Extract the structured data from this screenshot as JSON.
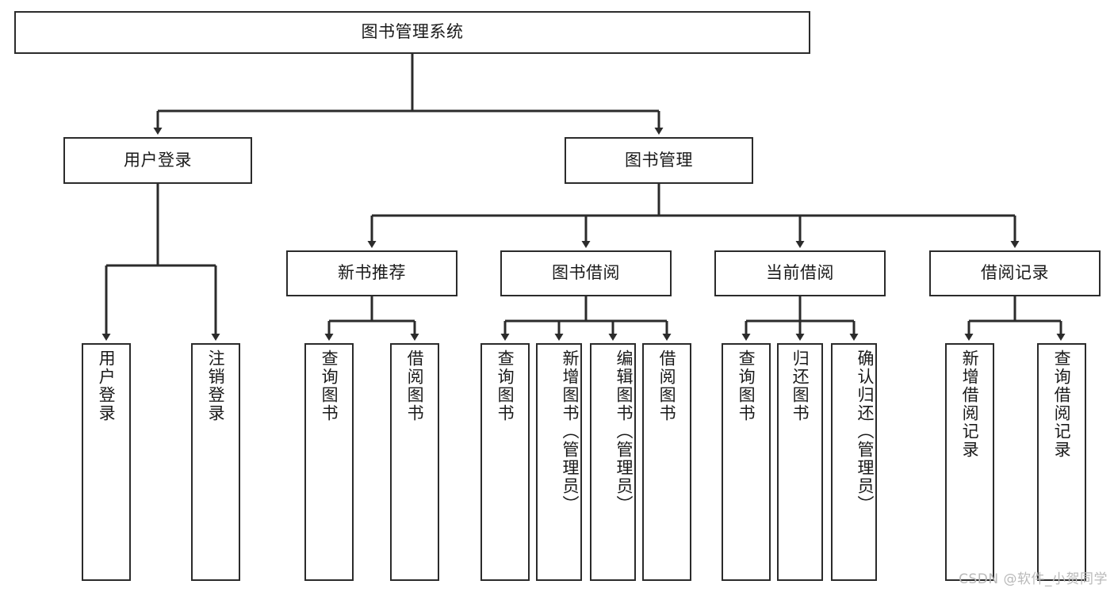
{
  "diagram": {
    "type": "tree-hierarchy",
    "title": "图书管理系统",
    "watermark": "CSDN @软件_小贺同学",
    "colors": {
      "box_border": "#2b2b2b",
      "box_fill": "#ffffff",
      "connector": "#2b2b2b",
      "text": "#1a1a1a",
      "watermark": "#b9b9b9"
    },
    "levels": {
      "level1": [
        {
          "id": "root",
          "label": "图书管理系统",
          "orientation": "horizontal"
        }
      ],
      "level2": [
        {
          "id": "user-login",
          "label": "用户登录",
          "orientation": "horizontal"
        },
        {
          "id": "book-manage",
          "label": "图书管理",
          "orientation": "horizontal"
        }
      ],
      "level3": [
        {
          "id": "new-book-rec",
          "label": "新书推荐",
          "orientation": "horizontal"
        },
        {
          "id": "book-borrow",
          "label": "图书借阅",
          "orientation": "horizontal"
        },
        {
          "id": "current-borrow",
          "label": "当前借阅",
          "orientation": "horizontal"
        },
        {
          "id": "borrow-record",
          "label": "借阅记录",
          "orientation": "horizontal"
        }
      ],
      "level4": [
        {
          "id": "leaf-user-login",
          "label": "用户登录",
          "parent": "user-login",
          "orientation": "vertical"
        },
        {
          "id": "leaf-logout",
          "label": "注销登录",
          "parent": "user-login",
          "orientation": "vertical"
        },
        {
          "id": "leaf-query-book-1",
          "label": "查询图书",
          "parent": "new-book-rec",
          "orientation": "vertical"
        },
        {
          "id": "leaf-borrow-book-1",
          "label": "借阅图书",
          "parent": "new-book-rec",
          "orientation": "vertical"
        },
        {
          "id": "leaf-query-book-2",
          "label": "查询图书",
          "parent": "book-borrow",
          "orientation": "vertical"
        },
        {
          "id": "leaf-add-book",
          "label": "新增图书（管理员）",
          "parent": "book-borrow",
          "orientation": "vertical"
        },
        {
          "id": "leaf-edit-book",
          "label": "编辑图书（管理员）",
          "parent": "book-borrow",
          "orientation": "vertical"
        },
        {
          "id": "leaf-borrow-book-2",
          "label": "借阅图书",
          "parent": "book-borrow",
          "orientation": "vertical"
        },
        {
          "id": "leaf-query-book-3",
          "label": "查询图书",
          "parent": "current-borrow",
          "orientation": "vertical"
        },
        {
          "id": "leaf-return-book",
          "label": "归还图书",
          "parent": "current-borrow",
          "orientation": "vertical"
        },
        {
          "id": "leaf-confirm-return",
          "label": "确认归还（管理员）",
          "parent": "current-borrow",
          "orientation": "vertical"
        },
        {
          "id": "leaf-add-record",
          "label": "新增借阅记录",
          "parent": "borrow-record",
          "orientation": "vertical"
        },
        {
          "id": "leaf-query-record",
          "label": "查询借阅记录",
          "parent": "borrow-record",
          "orientation": "vertical"
        }
      ]
    }
  }
}
